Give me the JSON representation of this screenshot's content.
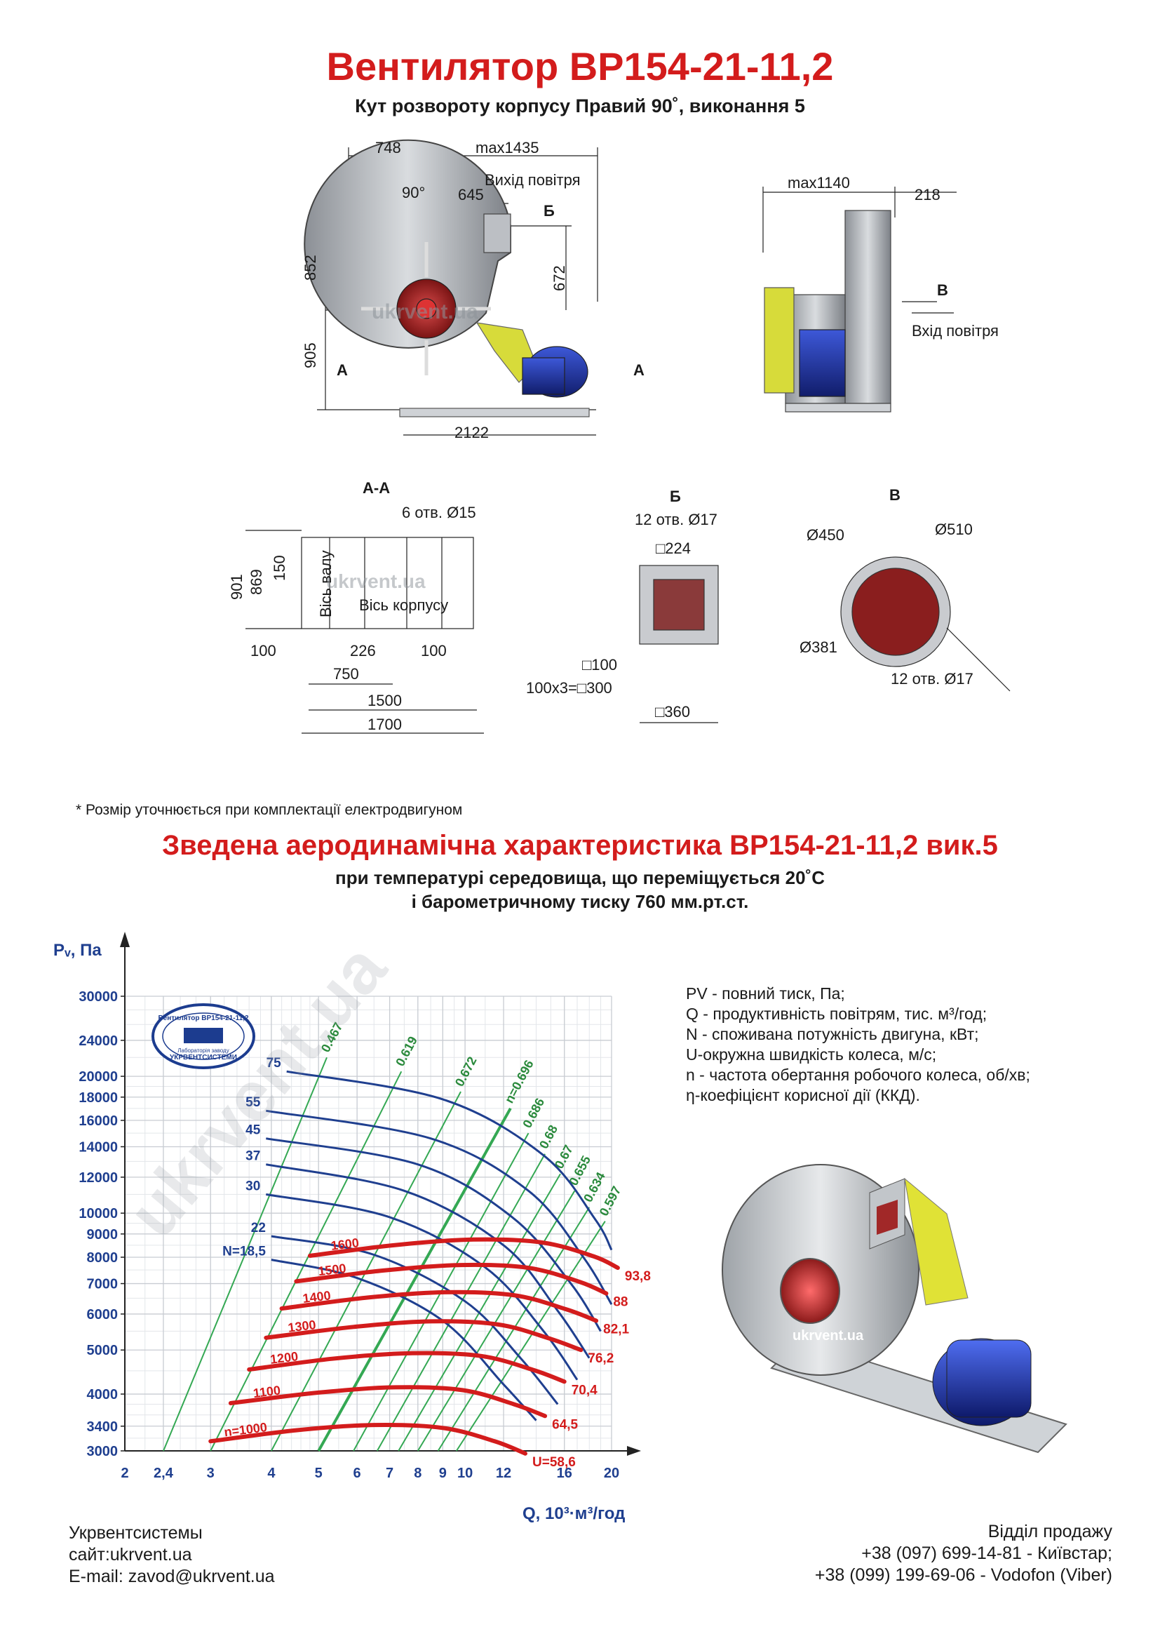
{
  "header": {
    "title": "Вентилятор ВР154-21-11,2",
    "subtitle": "Кут розвороту корпусу Правий 90˚, виконання 5"
  },
  "drawing": {
    "dims_front": [
      "748",
      "max1435",
      "645",
      "90°",
      "852",
      "672",
      "905",
      "2122"
    ],
    "air_out": "Вихід повітря",
    "air_in": "Вхід повітря",
    "dims_side": [
      "max1140",
      "218"
    ],
    "watermark": "ukrvent.ua",
    "section_labels": [
      "А",
      "А",
      "Б",
      "В"
    ],
    "aa": {
      "title": "А-А",
      "holes": "6 отв. Ø15",
      "dims": [
        "901",
        "869",
        "150",
        "100",
        "226",
        "100",
        "750",
        "1500",
        "1700"
      ],
      "shaft_axis": "Вісь валу",
      "body_axis": "Вісь корпусу"
    },
    "b": {
      "title": "Б",
      "holes": "12 отв. Ø17",
      "dims": [
        "□224",
        "□100",
        "100х3=□300",
        "□360"
      ]
    },
    "v": {
      "title": "В",
      "holes": "12 отв. Ø17",
      "dims": [
        "Ø450",
        "Ø510",
        "Ø381"
      ]
    }
  },
  "note": "* Розмір уточнюється при комплектації електродвигуном",
  "chart_header": {
    "title": "Зведена аеродинамічна характеристика ВР154-21-11,2 вик.5",
    "line1": "при температурі середовища, що переміщується 20˚С",
    "line2": "і барометричному тиску 760 мм.рт.ст."
  },
  "legend": [
    "PV - повний тиск, Па;",
    "Q - продуктивність повітрям, тис. м³/год;",
    "N - споживана потужність двигуна, кВт;",
    "U-окружна швидкість колеса, м/с;",
    "n - частота обертання робочого колеса, об/хв;",
    "η-коефіцієнт корисної дії (ККД)."
  ],
  "badge": {
    "top": "Вентилятор ВР154-21-11,2",
    "bottom": "УКРВЕНТСИСТЕМИ",
    "mid": "Лабораторія заводу"
  },
  "chart_data": {
    "type": "line",
    "xlabel": "Q, 10³·м³/год",
    "ylabel": "Pᵥ, Па",
    "x_scale": "log",
    "y_scale": "log",
    "xlim": [
      2,
      20
    ],
    "ylim": [
      3000,
      30000
    ],
    "x_ticks": [
      2,
      2.4,
      3,
      4,
      5,
      6,
      7,
      8,
      9,
      10,
      12,
      16,
      20
    ],
    "x_tick_labels": [
      "2",
      "2,4",
      "3",
      "4",
      "5",
      "6",
      "7",
      "8",
      "9",
      "10",
      "12",
      "16",
      "20"
    ],
    "y_ticks": [
      3000,
      3400,
      4000,
      5000,
      6000,
      7000,
      8000,
      9000,
      10000,
      12000,
      14000,
      16000,
      18000,
      20000,
      24000,
      30000
    ],
    "y_tick_labels": [
      "3000",
      "3400",
      "4000",
      "5000",
      "6000",
      "7000",
      "8000",
      "9000",
      "10000",
      "12000",
      "14000",
      "16000",
      "18000",
      "20000",
      "24000",
      "30000"
    ],
    "speed_series": [
      {
        "name": "n=1000",
        "u_label": "U=58,6",
        "points": [
          [
            3.0,
            3150
          ],
          [
            4.5,
            3330
          ],
          [
            6.5,
            3420
          ],
          [
            9.0,
            3370
          ],
          [
            11.5,
            3150
          ],
          [
            13.3,
            2960
          ]
        ]
      },
      {
        "name": "1100",
        "u_label": "64,5",
        "points": [
          [
            3.3,
            3820
          ],
          [
            5.0,
            4030
          ],
          [
            7.2,
            4140
          ],
          [
            9.9,
            4080
          ],
          [
            12.6,
            3800
          ],
          [
            14.6,
            3580
          ]
        ]
      },
      {
        "name": "1200",
        "u_label": "70,4",
        "points": [
          [
            3.6,
            4530
          ],
          [
            5.4,
            4790
          ],
          [
            7.8,
            4920
          ],
          [
            10.8,
            4850
          ],
          [
            13.8,
            4520
          ],
          [
            16.0,
            4260
          ]
        ]
      },
      {
        "name": "1300",
        "u_label": "76,2",
        "points": [
          [
            3.9,
            5320
          ],
          [
            5.9,
            5620
          ],
          [
            8.5,
            5780
          ],
          [
            11.7,
            5690
          ],
          [
            14.9,
            5300
          ],
          [
            17.3,
            5000
          ]
        ]
      },
      {
        "name": "1400",
        "u_label": "82,1",
        "points": [
          [
            4.2,
            6170
          ],
          [
            6.3,
            6520
          ],
          [
            9.1,
            6700
          ],
          [
            12.6,
            6600
          ],
          [
            16.1,
            6150
          ],
          [
            18.6,
            5800
          ]
        ]
      },
      {
        "name": "1500",
        "u_label": "88",
        "points": [
          [
            4.5,
            7080
          ],
          [
            6.8,
            7480
          ],
          [
            9.8,
            7690
          ],
          [
            13.5,
            7580
          ],
          [
            17.2,
            7060
          ],
          [
            19.5,
            6660
          ]
        ]
      },
      {
        "name": "1600",
        "u_label": "93,8",
        "points": [
          [
            4.8,
            8060
          ],
          [
            7.2,
            8510
          ],
          [
            10.4,
            8750
          ],
          [
            14.4,
            8620
          ],
          [
            18.4,
            8030
          ],
          [
            20.6,
            7580
          ]
        ]
      }
    ],
    "power_series": [
      {
        "name": "N=18,5",
        "points": [
          [
            4.0,
            7900
          ],
          [
            6.0,
            7200
          ],
          [
            9.0,
            5800
          ],
          [
            12.0,
            4200
          ],
          [
            14.0,
            3500
          ]
        ]
      },
      {
        "name": "22",
        "points": [
          [
            4.0,
            8900
          ],
          [
            6.5,
            8100
          ],
          [
            10.0,
            6400
          ],
          [
            13.0,
            4800
          ],
          [
            15.5,
            3800
          ]
        ]
      },
      {
        "name": "30",
        "points": [
          [
            3.9,
            11000
          ],
          [
            7.0,
            9800
          ],
          [
            11.0,
            7600
          ],
          [
            14.5,
            5500
          ],
          [
            17.0,
            4300
          ]
        ]
      },
      {
        "name": "37",
        "points": [
          [
            3.9,
            12800
          ],
          [
            7.5,
            11200
          ],
          [
            12.0,
            8500
          ],
          [
            15.5,
            6100
          ],
          [
            18.0,
            4800
          ]
        ]
      },
      {
        "name": "45",
        "points": [
          [
            3.9,
            14600
          ],
          [
            8.0,
            12800
          ],
          [
            12.5,
            9800
          ],
          [
            16.5,
            7000
          ],
          [
            19.0,
            5500
          ]
        ]
      },
      {
        "name": "55",
        "points": [
          [
            3.9,
            16800
          ],
          [
            8.5,
            14600
          ],
          [
            13.5,
            11200
          ],
          [
            17.5,
            8000
          ],
          [
            20.0,
            6300
          ]
        ]
      },
      {
        "name": "75",
        "points": [
          [
            4.3,
            20500
          ],
          [
            9.0,
            17800
          ],
          [
            14.5,
            13400
          ],
          [
            18.5,
            9700
          ],
          [
            20.0,
            8300
          ]
        ]
      }
    ],
    "efficiency_lines": [
      {
        "name": "0.467",
        "points": [
          [
            2.4,
            3000
          ],
          [
            5.2,
            22000
          ]
        ]
      },
      {
        "name": "0.619",
        "points": [
          [
            3.0,
            3000
          ],
          [
            7.4,
            20500
          ]
        ]
      },
      {
        "name": "0.672",
        "points": [
          [
            4.0,
            3000
          ],
          [
            9.8,
            18500
          ]
        ]
      },
      {
        "name": "n=0.696",
        "points": [
          [
            5.0,
            3000
          ],
          [
            12.4,
            17000
          ]
        ]
      },
      {
        "name": "0.686",
        "points": [
          [
            5.9,
            3000
          ],
          [
            13.5,
            15000
          ]
        ]
      },
      {
        "name": "0.68",
        "points": [
          [
            6.6,
            3000
          ],
          [
            14.6,
            13500
          ]
        ]
      },
      {
        "name": "0.67",
        "points": [
          [
            7.3,
            3000
          ],
          [
            15.7,
            12200
          ]
        ]
      },
      {
        "name": "0.655",
        "points": [
          [
            8.0,
            3000
          ],
          [
            16.8,
            11200
          ]
        ]
      },
      {
        "name": "0.634",
        "points": [
          [
            8.8,
            3000
          ],
          [
            18.0,
            10300
          ]
        ]
      },
      {
        "name": "0.597",
        "points": [
          [
            9.6,
            3000
          ],
          [
            19.4,
            9600
          ]
        ]
      }
    ]
  },
  "footer": {
    "left": [
      "Укрвентсистемы",
      "сайт:ukrvent.ua",
      "E-mail: zavod@ukrvent.ua"
    ],
    "right": [
      "Відділ продажу",
      "+38 (097) 699-14-81 - Київстар;",
      "+38 (099) 199-69-06 - Vodofon (Viber)"
    ]
  }
}
